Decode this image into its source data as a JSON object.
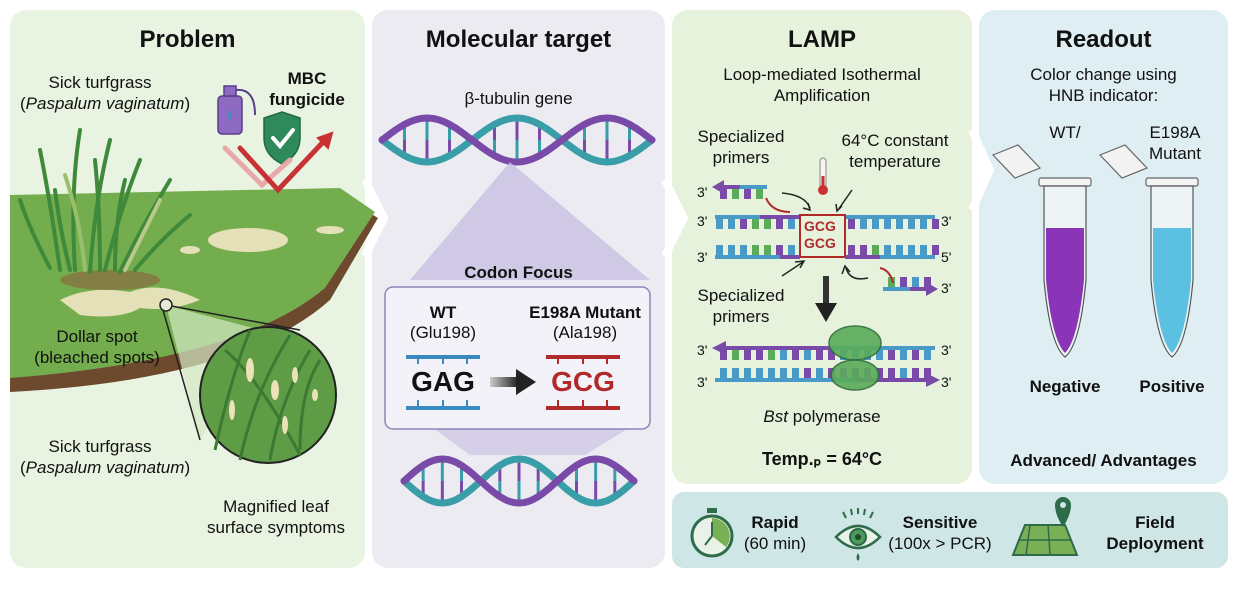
{
  "panels": {
    "problem": {
      "title": "Problem",
      "sick_turfgrass_top": {
        "name": "Sick turfgrass",
        "open": "(",
        "species": "Paspalum vaginatum",
        "close": ")"
      },
      "fungicide": {
        "line1": "MBC",
        "line2": "fungicide"
      },
      "dollar_spot": {
        "line1": "Dollar spot",
        "line2": "(bleached spots)"
      },
      "sick_turfgrass_bottom": {
        "name": "Sick turfgrass",
        "open": "(",
        "species": "Paspalum vaginatum",
        "close": ")"
      },
      "magnified": {
        "line1": "Magnified leaf",
        "line2": "surface symptoms"
      }
    },
    "molecular_target": {
      "title": "Molecular target",
      "gene": "β-tubulin gene",
      "codon_focus": "Codon Focus",
      "wt": {
        "label": "WT",
        "aa": "(Glu198)",
        "codon": "GAG"
      },
      "mutant": {
        "label": "E198A Mutant",
        "aa": "(Ala198)",
        "codon": "GCG"
      }
    },
    "lamp": {
      "title": "LAMP",
      "subtitle_line1": "Loop-mediated Isothermal",
      "subtitle_line2": "Amplification",
      "primers_top": {
        "line1": "Specialized",
        "line2": "primers"
      },
      "temperature": {
        "line1": "64°C constant",
        "line2": "temperature"
      },
      "primers_bottom": {
        "line1": "Specialized",
        "line2": "primers"
      },
      "codon_top": "GCG",
      "codon_bottom": "GCG",
      "strand_ends": {
        "primer_top": "3'",
        "upper_left": "3'",
        "upper_right": "3'",
        "lower_left": "3'",
        "lower_right": "5'",
        "primer_bottom": "3'",
        "amp_upper_left": "3'",
        "amp_upper_right": "3'",
        "amp_lower_left": "3'",
        "amp_lower_right": "3'"
      },
      "polymerase": {
        "italic": "Bst",
        "rest": " polymerase"
      },
      "temp_readout": "Temp.ₚ = 64°C"
    },
    "readout": {
      "title": "Readout",
      "subtitle_line1": "Color change using",
      "subtitle_line2": "HNB indicator:",
      "tube_left": {
        "label": "WT/",
        "result": "Negative",
        "color": "#8a35b8"
      },
      "tube_right": {
        "label_line1": "E198A",
        "label_line2": "Mutant",
        "result": "Positive",
        "color": "#5cc0e0"
      },
      "footer": "Advanced/ Advantages"
    }
  },
  "advantages": [
    {
      "icon": "stopwatch-icon",
      "title": "Rapid",
      "detail": "(60 min)"
    },
    {
      "icon": "eye-icon",
      "title": "Sensitive",
      "detail": "(100x > PCR)"
    },
    {
      "icon": "map-pin-icon",
      "title": "Field",
      "detail": "Deployment"
    }
  ],
  "colors": {
    "dna_teal": "#3a9ea8",
    "dna_purple": "#7a4aa8",
    "mutant_red": "#b02a2a",
    "wt_blue": "#3a8ac0",
    "grass_green": "#6aa84f",
    "accent_green": "#2e6b4a"
  }
}
